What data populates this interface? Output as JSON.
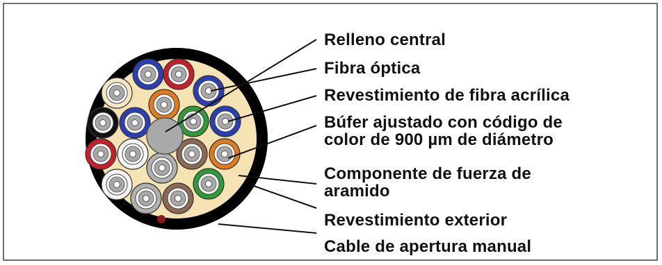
{
  "labels": {
    "center_filler": "Relleno central",
    "optical_fiber": "Fibra óptica",
    "acrylic_coating": "Revestimiento de fibra acrílica",
    "tight_buffer_line1": "Búfer ajustado con código de",
    "tight_buffer_line2": "color de 900 µm de diámetro",
    "aramid_line1": "Componente de fuerza de",
    "aramid_line2": "aramido",
    "outer_jacket": "Revestimiento exterior",
    "ripcord": "Cable de apertura manual"
  },
  "colors": {
    "jacket": "#000000",
    "aramid_fill": "#f5e3b3",
    "center_filler": "#a9a9a9",
    "fiber_core": "#a8a8a8",
    "ripcord": "#8b1a1a",
    "buffer_blue": "#2a3fb5",
    "buffer_red": "#c8202a",
    "buffer_orange": "#e07a1f",
    "buffer_green": "#2e9a3a",
    "buffer_black": "#111111",
    "buffer_white": "#f4f4f4",
    "buffer_brown": "#8b6a55",
    "buffer_gray": "#b0b0b0",
    "buffer_cream": "#f3e7c5"
  }
}
